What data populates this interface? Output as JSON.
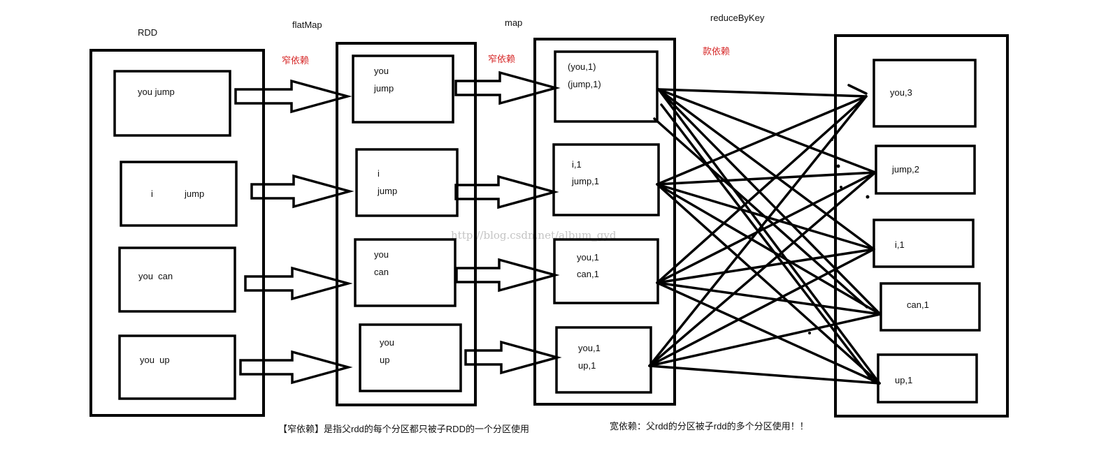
{
  "headers": {
    "rdd": "RDD",
    "flatmap": "flatMap",
    "map": "map",
    "reducebykey": "reduceByKey"
  },
  "dependency_labels": {
    "narrow_1": "窄依赖",
    "narrow_2": "窄依赖",
    "wide": "款依赖"
  },
  "stages": {
    "rdd": [
      [
        "you jump"
      ],
      [
        "i",
        "jump"
      ],
      [
        "you  can"
      ],
      [
        "you  up"
      ]
    ],
    "flatmap": [
      [
        "you",
        "jump"
      ],
      [
        "i",
        "jump"
      ],
      [
        "you",
        "can"
      ],
      [
        "you",
        "up"
      ]
    ],
    "map": [
      [
        "(you,1)",
        "(jump,1)"
      ],
      [
        "i,1",
        "jump,1"
      ],
      [
        "you,1",
        "can,1"
      ],
      [
        "you,1",
        "up,1"
      ]
    ],
    "reduce": [
      [
        "you,3"
      ],
      [
        "jump,2"
      ],
      [
        "i,1"
      ],
      [
        "can,1"
      ],
      [
        "up,1"
      ]
    ]
  },
  "notes": {
    "narrow": "【窄依赖】是指父rdd的每个分区都只被子RDD的一个分区使用",
    "wide": "宽依赖：父rdd的分区被子rdd的多个分区使用！！"
  },
  "watermark": "http://blog.csdn.net/album_gyd"
}
